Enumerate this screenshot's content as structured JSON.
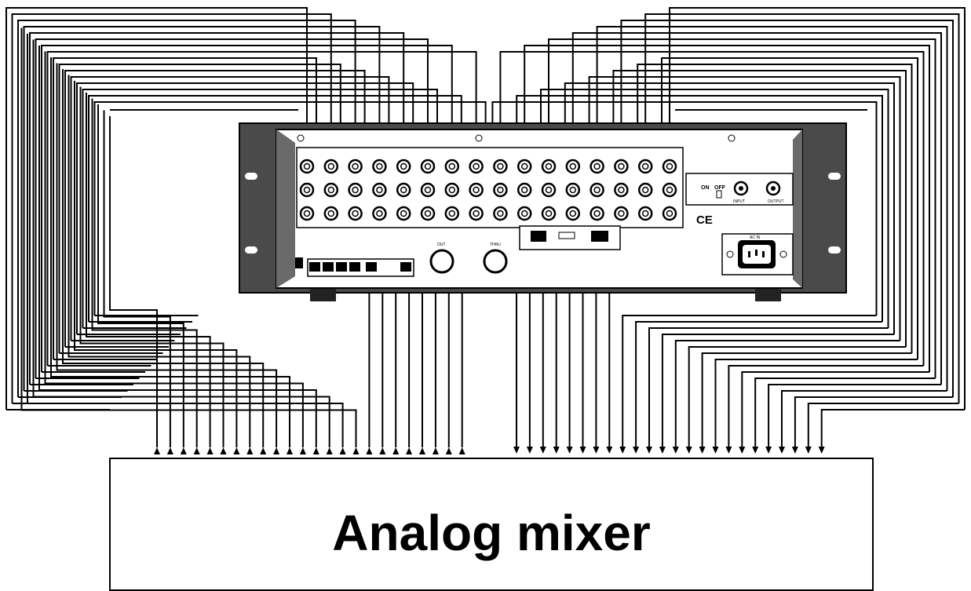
{
  "mixer": {
    "label": "Analog mixer"
  },
  "device": {
    "ce_mark": "CE",
    "ac_in": "AC IN",
    "midi": {
      "out": "OUT",
      "thru": "THRU"
    },
    "video_sync": {
      "on": "ON",
      "off": "OFF",
      "input": "INPUT",
      "output": "OUTPUT"
    }
  },
  "colors": {
    "line": "#000000",
    "panel": "#4a4a4a",
    "background": "#ffffff"
  }
}
